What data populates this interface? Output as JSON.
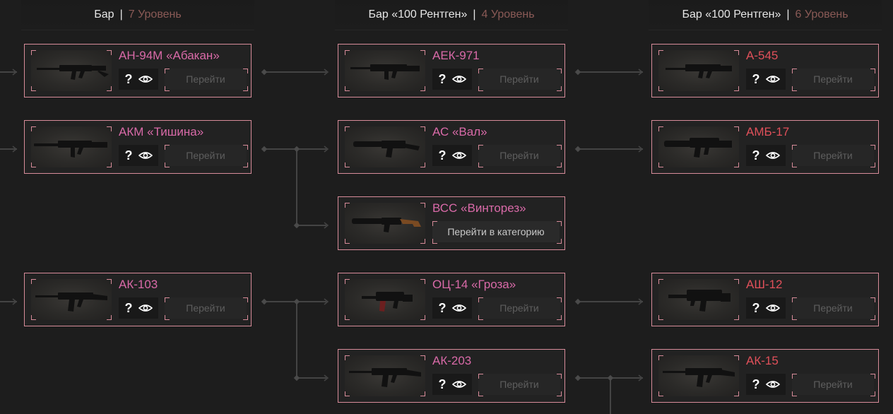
{
  "columns": [
    {
      "title": "Бар",
      "separator": "|",
      "level": "7 Уровень"
    },
    {
      "title": "Бар «100 Рентген»",
      "separator": "|",
      "level": "4 Уровень"
    },
    {
      "title": "Бар «100 Рентген»",
      "separator": "|",
      "level": "6 Уровень"
    }
  ],
  "help_glyph": "?",
  "go_label": "Перейти",
  "category_label": "Перейти в категорию",
  "weapons": [
    {
      "name": "АН-94М «Абакан»",
      "color": "#d96aa8"
    },
    {
      "name": "АКМ «Тишина»",
      "color": "#d96aa8"
    },
    {
      "name": "АК-103",
      "color": "#d96aa8"
    },
    {
      "name": "АЕК-971",
      "color": "#d96aa8"
    },
    {
      "name": "АС «Вал»",
      "color": "#d96aa8"
    },
    {
      "name": "ВСС «Винторез»",
      "color": "#d96aa8"
    },
    {
      "name": "ОЦ-14 «Гроза»",
      "color": "#d96aa8"
    },
    {
      "name": "АК-203",
      "color": "#d96aa8"
    },
    {
      "name": "А-545",
      "color": "#e0505a"
    },
    {
      "name": "АМБ-17",
      "color": "#e0505a"
    },
    {
      "name": "АШ-12",
      "color": "#e0505a"
    },
    {
      "name": "АК-15",
      "color": "#e0505a"
    }
  ],
  "colors": {
    "background": "#1d1d1d",
    "card_border": "#d88c9a",
    "name_pink": "#d96aa8",
    "name_red": "#e0505a",
    "level_text": "#8a5a56",
    "connector": "#444444"
  }
}
